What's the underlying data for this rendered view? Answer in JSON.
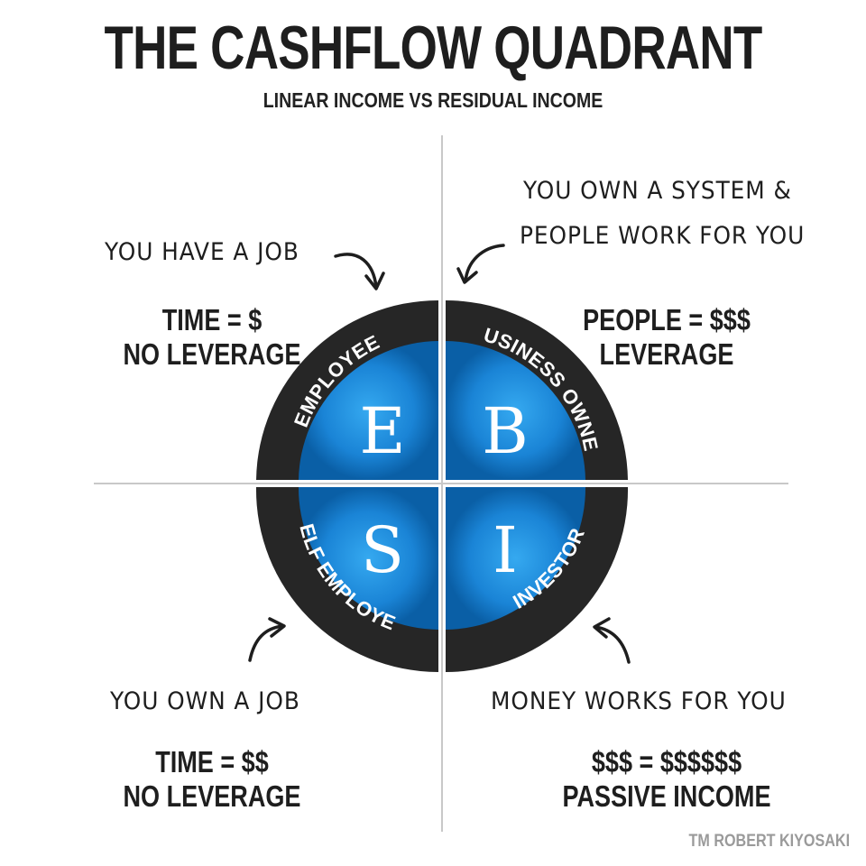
{
  "header": {
    "title": "THE CASHFLOW QUADRANT",
    "subtitle": "LINEAR INCOME VS RESIDUAL INCOME"
  },
  "quadrants": {
    "employee": {
      "letter": "E",
      "ring_label": "EMPLOYEE",
      "note": "YOU HAVE A JOB",
      "stat_line1": "TIME = $",
      "stat_line2": "NO LEVERAGE"
    },
    "business_owner": {
      "letter": "B",
      "ring_label": "BUSINESS OWNER",
      "note_line1": "YOU OWN A SYSTEM &",
      "note_line2": "PEOPLE WORK FOR YOU",
      "stat_line1": "PEOPLE = $$$",
      "stat_line2": "LEVERAGE"
    },
    "self_employed": {
      "letter": "S",
      "ring_label": "SELF EMPLOYED",
      "note": "YOU OWN A JOB",
      "stat_line1": "TIME = $$",
      "stat_line2": "NO LEVERAGE"
    },
    "investor": {
      "letter": "I",
      "ring_label": "INVESTOR",
      "note": "MONEY WORKS FOR YOU",
      "stat_line1": "$$$ = $$$$$$",
      "stat_line2": "PASSIVE INCOME"
    }
  },
  "footer": {
    "credit": "TM ROBERT KIYOSAKI"
  },
  "colors": {
    "ring": "#262626",
    "disc_center": "#35a9f0",
    "disc_edge": "#0a5fa6",
    "text": "#1e1e1e"
  }
}
